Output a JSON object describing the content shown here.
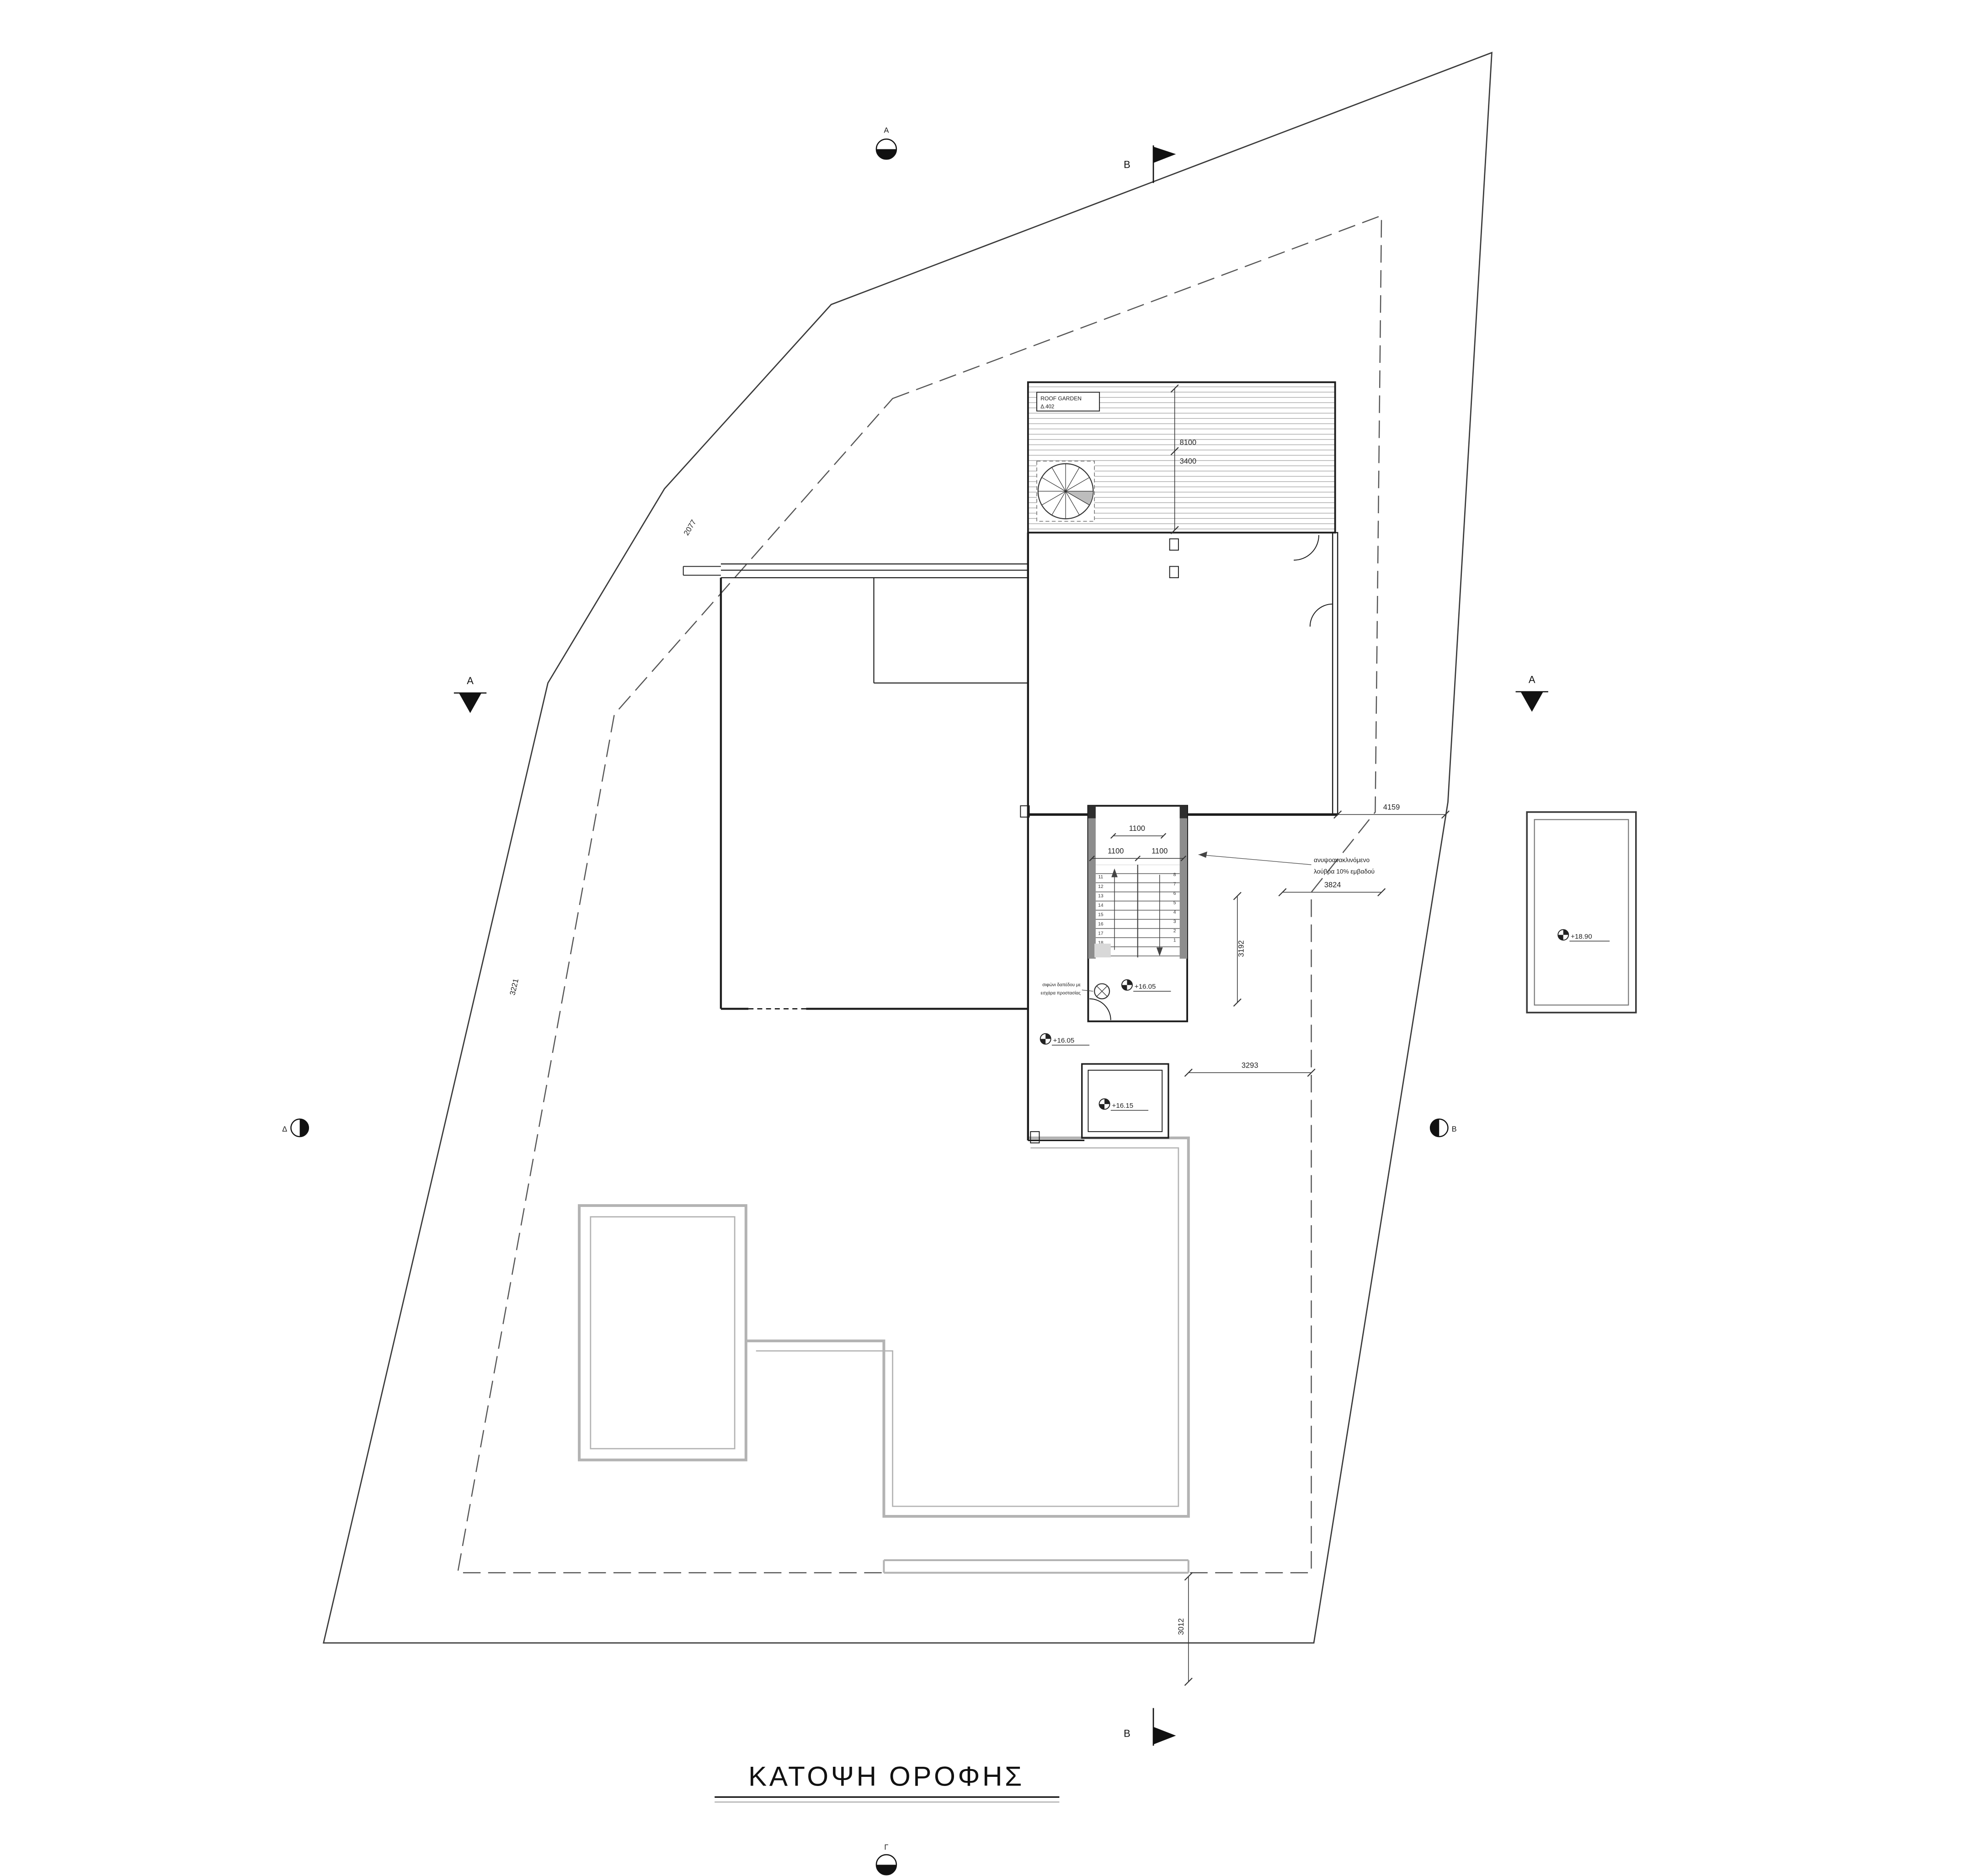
{
  "title": "ΚΑΤΟΨΗ ΟΡΟΦΗΣ",
  "roof_garden": {
    "label": "ROOF GARDEN",
    "code": "Δ.402"
  },
  "levels": {
    "stair_landing": "+16.05",
    "terrace": "+16.05",
    "shaft": "+16.15",
    "annex": "+18.90"
  },
  "dimensions": {
    "top_left_boundary": "2077",
    "left_boundary": "3221",
    "deck_total": "8100",
    "deck_part": "3400",
    "east_offset": "4159",
    "setback_east": "3824",
    "setback_mid": "3192",
    "stair_east": "3293",
    "south_offset": "3012",
    "stair_top": "1100",
    "stair_left": "1100",
    "stair_right": "1100"
  },
  "annotations": {
    "louver_line1": "ανυψοανακλινόμενο",
    "louver_line2": "λούβρα 10% εμβαδού",
    "drain_line1": "σιφώνι δαπέδου με",
    "drain_line2": "εσχάρα προστασίας"
  },
  "markers": {
    "elevation_top": "A",
    "elevation_bottom": "Γ",
    "elevation_left": "Δ",
    "elevation_right": "B",
    "section_a": "A",
    "section_b": "B"
  },
  "stair": {
    "left_numbers": [
      "11",
      "12",
      "13",
      "14",
      "15",
      "16",
      "17",
      "18"
    ],
    "right_numbers": [
      "8",
      "7",
      "6",
      "5",
      "4",
      "3",
      "2",
      "1"
    ]
  }
}
